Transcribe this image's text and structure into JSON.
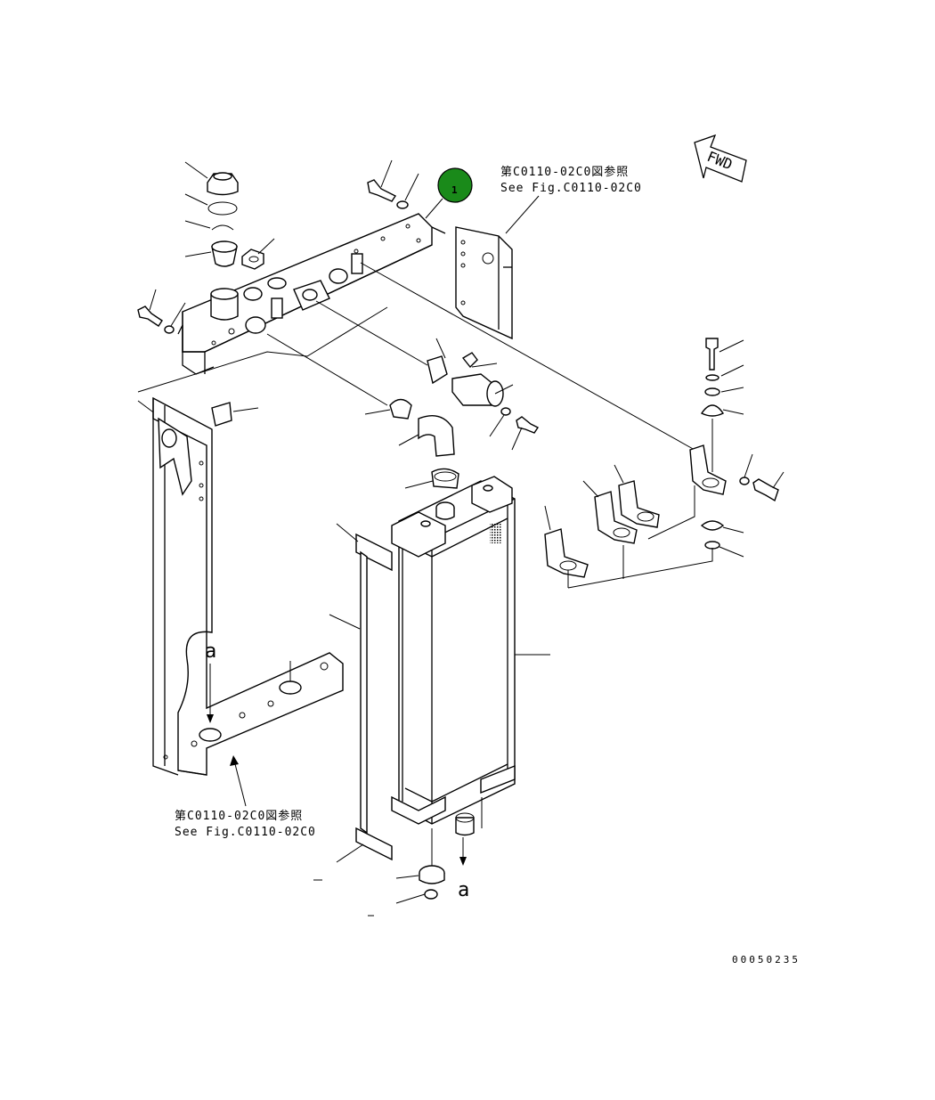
{
  "diagram": {
    "callout": {
      "number": "1",
      "color": "#1a8a1a"
    },
    "references": [
      {
        "jp": "第C0110-02C0図参照",
        "en": "See Fig.C0110-02C0"
      },
      {
        "jp": "第C0110-02C0図参照",
        "en": "See Fig.C0110-02C0"
      }
    ],
    "fwd_label": "FWD",
    "connection_markers": [
      "a",
      "a"
    ],
    "part_number": "00050235"
  }
}
